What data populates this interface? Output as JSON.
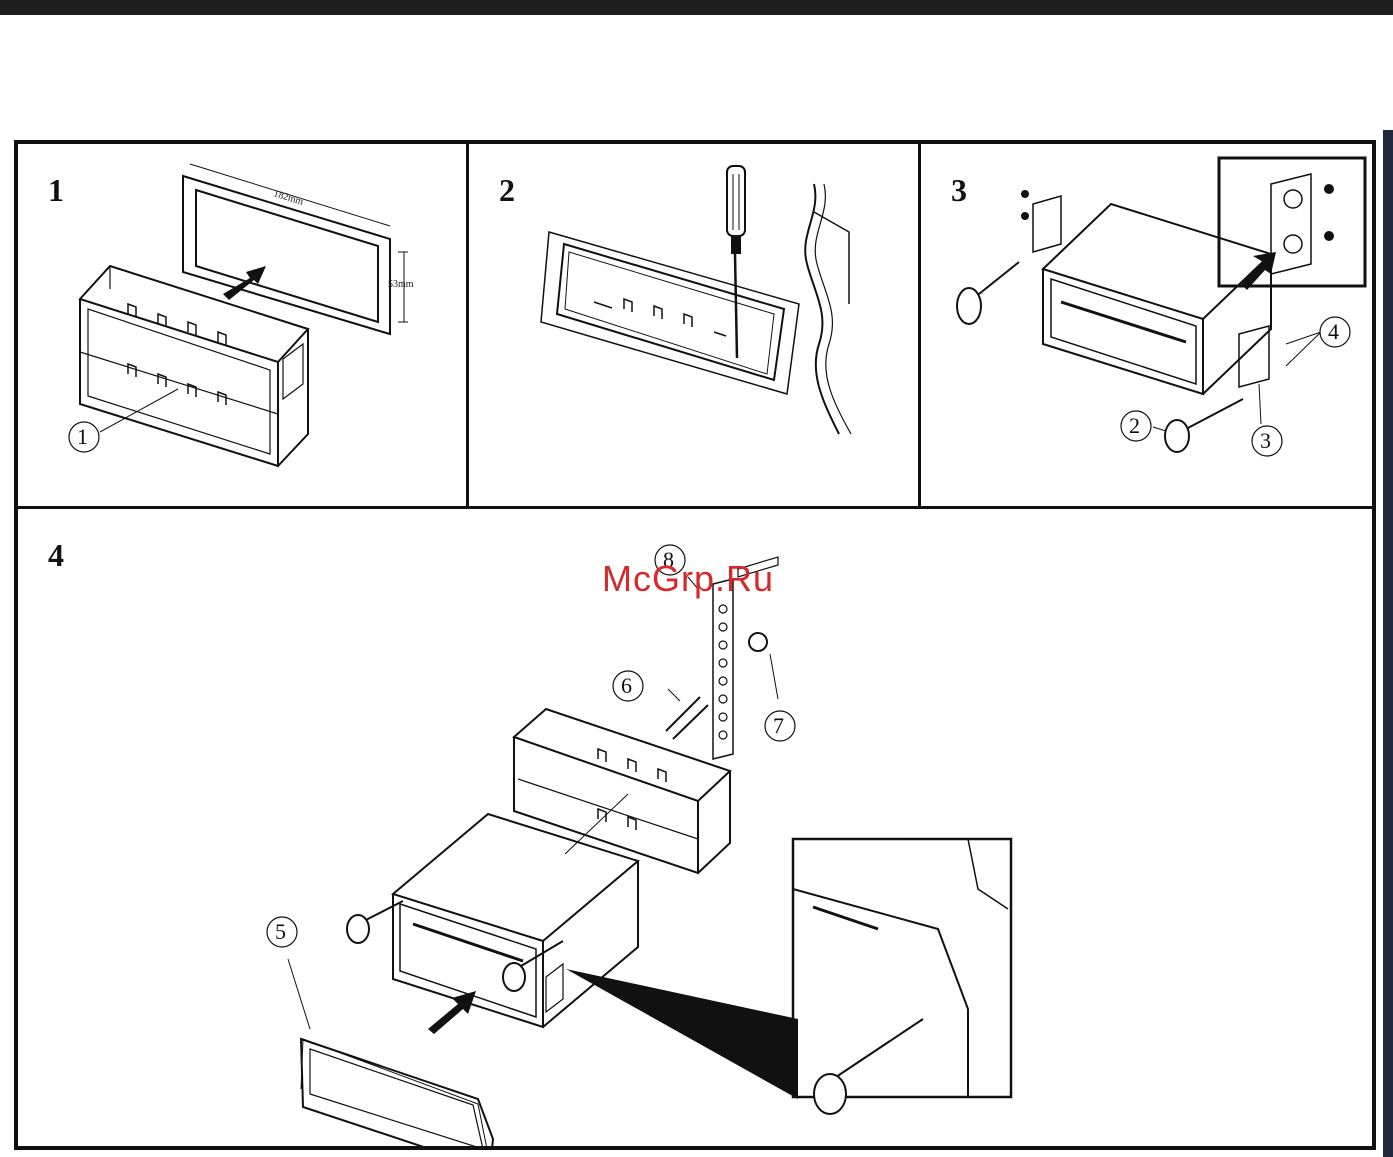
{
  "panels": [
    {
      "number": "1",
      "callouts": [
        "1"
      ],
      "dimensions": [
        "182mm",
        "53mm"
      ]
    },
    {
      "number": "2"
    },
    {
      "number": "3",
      "callouts": [
        "2",
        "3",
        "4"
      ]
    },
    {
      "number": "4",
      "callouts": [
        "5",
        "6",
        "7",
        "8"
      ]
    }
  ],
  "watermark": "McGrp.Ru"
}
